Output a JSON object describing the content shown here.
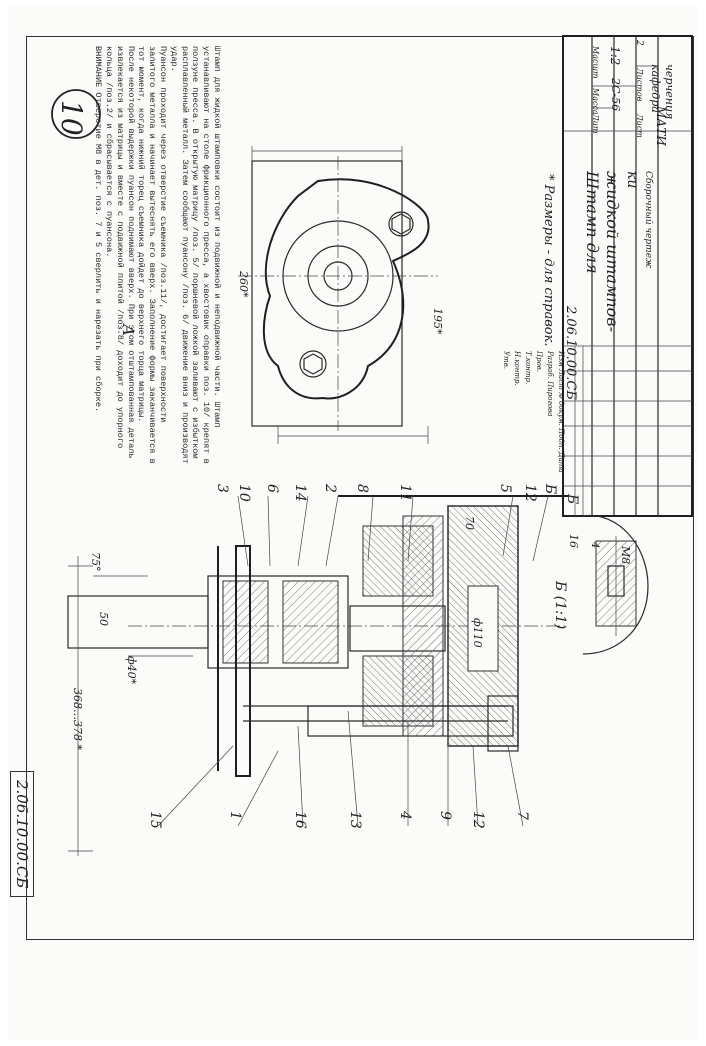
{
  "sheet": {
    "doc_code": "2.06.10.00.СБ",
    "page_number": "10",
    "view_label": "А",
    "detail_label": "Б",
    "detail_scale_label": "Б (1:1)"
  },
  "dimensions": {
    "angle_75": "75°",
    "angle_50": "50",
    "dia_40": "ф40*",
    "height_368": "368…378 *",
    "width_260": "260*",
    "width_195": "195*",
    "dia_110": "ф110",
    "dim_70": "70",
    "detail_16": "16",
    "detail_m8": "М8",
    "detail_4": "4"
  },
  "callouts": [
    "15",
    "1",
    "16",
    "13",
    "4",
    "9",
    "12",
    "7",
    "3",
    "10",
    "6",
    "14",
    "2",
    "8",
    "11",
    "5",
    "12",
    "Б"
  ],
  "notes": {
    "paragraph1": "Штамп для жидкой штамповки состоит из подвижной и неподвижной части. Штамп устанавливают на столе фрикционного пресса, а хвостовик оправки поз. 10/ крепят в ползуне пресса. В открытую матрицу /поз. 5/ поршневой ложкой заливают с избытком расплавленный металл. Затем сообщают пуансону /поз. 6/ движение вниз и производят удар.",
    "paragraph2": "Пуансон проходит через отверстие съемника /поз.11/, достигает поверхности залитого металла и начинает вытеснять его вверх. Заполнение формы заканчивается в тот момент, когда нижний торец съемника дойдет до верхнего торца матрицы.",
    "paragraph3": "После некоторой выдержки пуансон поднимают вверх. При этом отштампованная деталь извлекается из матрицы и вместе с подвижной плитой /поз.8/ доходит до упорного кольца /поз.2/ и сбрасывается с пуансона.",
    "paragraph4": "ВНИМАНИЕ Отверстие М8 в дет. поз. 7 и 5 сверлить и нарезать при сборке.",
    "reference_note": "* Размеры - для справок."
  },
  "title_block": {
    "code": "2.06.10.00.СБ",
    "name_line1": "Штамп для",
    "name_line2": "жидкой штампов-",
    "name_line3": "ки",
    "subtitle": "Сборочный чертеж",
    "col_lit": "Лит",
    "col_mass": "Масса",
    "col_scale": "Масшт",
    "mass": "2С-56",
    "scale": "1:2",
    "sheet_label": "Лист",
    "sheets_label": "Листов",
    "sheets_count": "2",
    "org_line1": "МАТИ",
    "org_line2": "кафедра",
    "org_line3": "черчения",
    "rows": [
      "Изм",
      "Лист",
      "№ докум.",
      "Подп.",
      "Дата",
      "Разраб.",
      "Пирогова",
      "Пров.",
      "Т.контр.",
      "Н.контр.",
      "Утв."
    ]
  }
}
